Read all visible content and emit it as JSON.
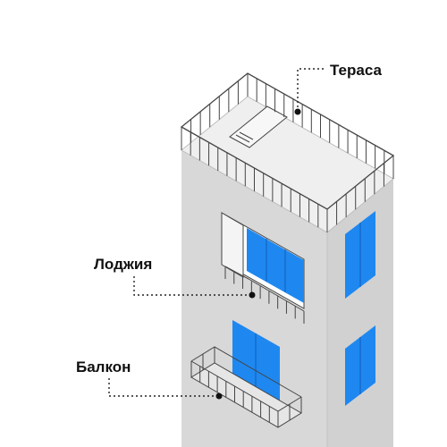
{
  "labels": {
    "terrace": "Тераса",
    "loggia": "Лоджия",
    "balcony": "Балкон"
  },
  "colors": {
    "wall_front": "#d8d8d8",
    "wall_side": "#d1d1d1",
    "roof": "#efefef",
    "window": "#1e88f0",
    "railing": "#444444",
    "leader": "#222222"
  }
}
